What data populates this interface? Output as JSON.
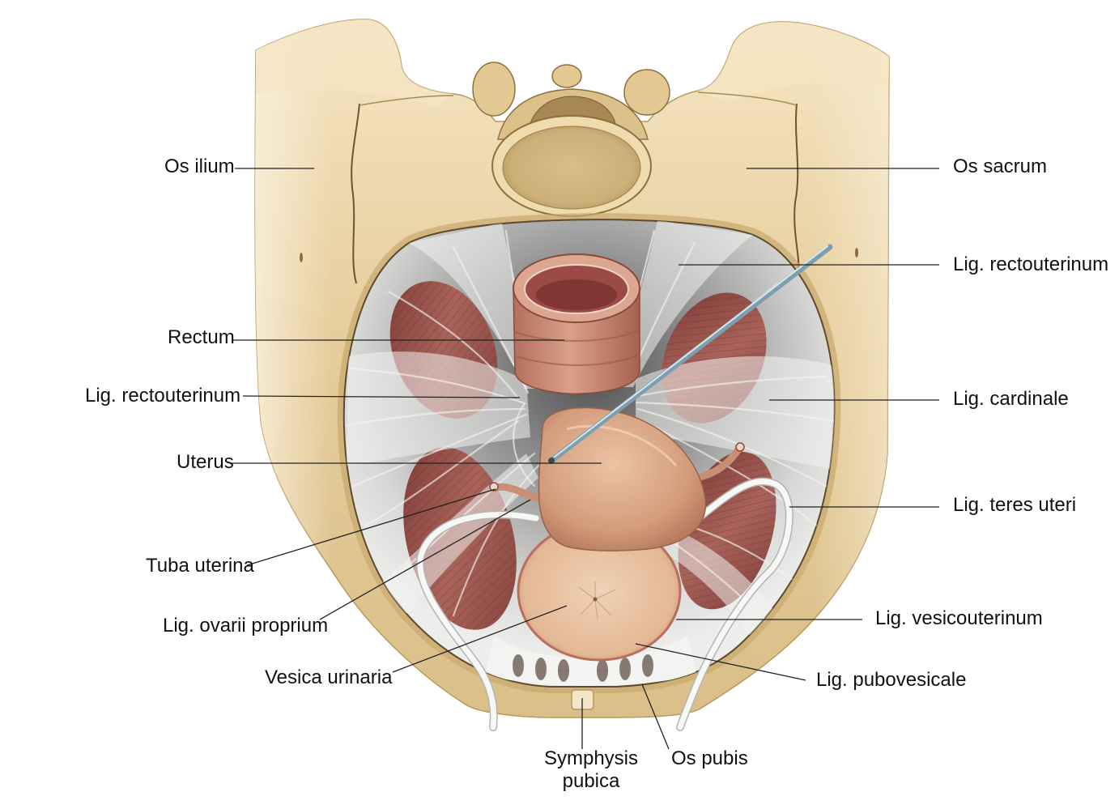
{
  "figure": {
    "labels": {
      "os_ilium": "Os ilium",
      "os_sacrum": "Os sacrum",
      "lig_rectouterinum_right": "Lig. rectouterinum",
      "rectum": "Rectum",
      "lig_rectouterinum_left": "Lig. rectouterinum",
      "lig_cardinale": "Lig. cardinale",
      "uterus": "Uterus",
      "lig_teres_uteri": "Lig. teres uteri",
      "tuba_uterina": "Tuba uterina",
      "lig_ovarii_proprium": "Lig. ovarii proprium",
      "lig_vesicouterinum": "Lig. vesicouterinum",
      "vesica_urinaria": "Vesica urinaria",
      "lig_pubovesicale": "Lig. pubovesicale",
      "symphysis_pubica": [
        "Symphysis",
        "pubica"
      ],
      "os_pubis": "Os pubis"
    }
  },
  "colors": {
    "bone": "#e6cd9c",
    "bone_highlight": "#f4e6c4",
    "muscle": "#a9635a",
    "ligament": "#f2f2f0",
    "rectum": "#d9a08a",
    "uterus": "#d39c7c",
    "bladder": "#f0d2b6",
    "probe": "#7d9eae",
    "label_text": "#111111",
    "leader_line": "#222222"
  }
}
